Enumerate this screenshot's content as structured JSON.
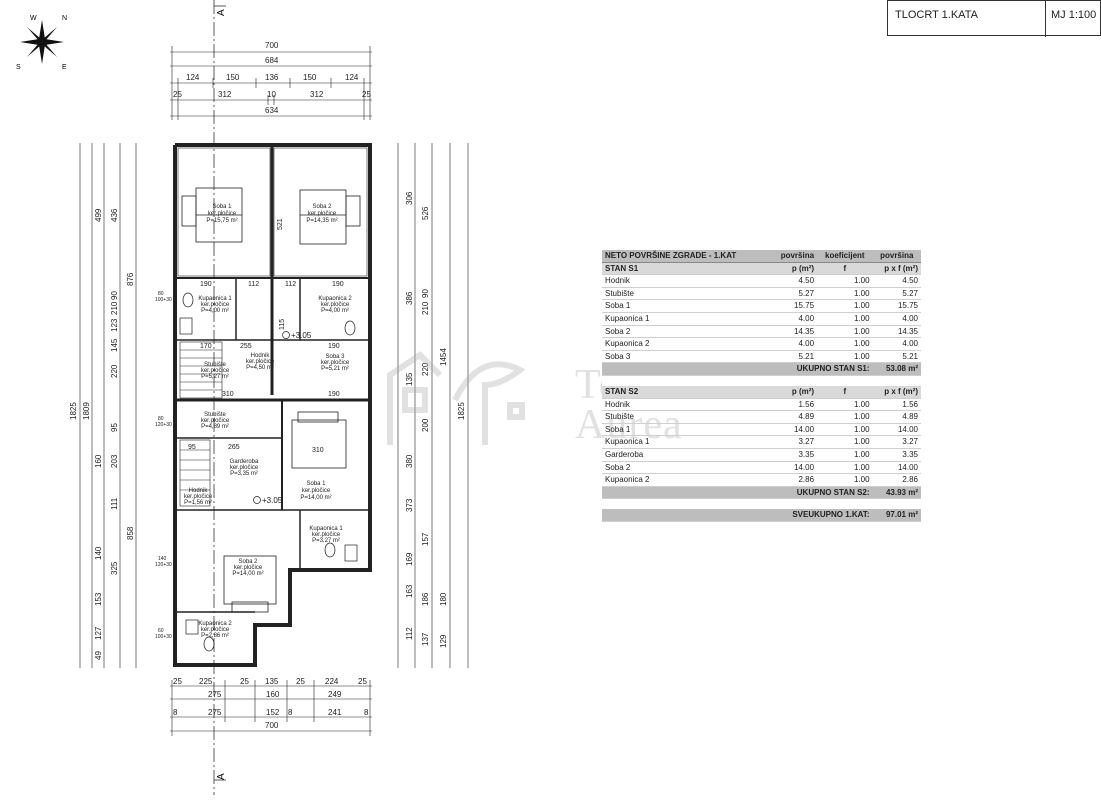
{
  "title_block": {
    "sheet_title": "TLOCRT 1.KATA",
    "scale": "MJ 1:100"
  },
  "compass": {
    "north": "N",
    "west": "W",
    "east": "E",
    "south": "S"
  },
  "section_marks": {
    "top": "A",
    "bottom": "A"
  },
  "dims_top": {
    "d700": "700",
    "d684": "684",
    "d124a": "124",
    "d150a": "150",
    "d136": "136",
    "d150b": "150",
    "d124b": "124",
    "d25a": "25",
    "d312a": "312",
    "d10": "10",
    "d312b": "312",
    "d25b": "25",
    "d634": "634"
  },
  "dims_bottom": {
    "b25a": "25",
    "b225": "225",
    "b25b": "25",
    "b135": "135",
    "b25c": "25",
    "b224": "224",
    "b25d": "25",
    "b275a": "275",
    "b160": "160",
    "b249": "249",
    "b8a": "8",
    "b275b": "275",
    "b152": "152",
    "b8b": "8",
    "b241": "241",
    "b8c": "8",
    "b700": "700"
  },
  "dims_left": {
    "l1825": "1825",
    "l1809": "1809",
    "l499": "499",
    "l436": "436",
    "l876": "876",
    "l858": "858",
    "l90": "90",
    "l210": "210",
    "l123": "123",
    "l145": "145",
    "l220": "220",
    "l95": "95",
    "l203": "203",
    "l160": "160",
    "l111": "111",
    "l140": "140",
    "l325": "325",
    "l153": "153",
    "l127": "127",
    "l49": "49"
  },
  "dims_right": {
    "r1825": "1825",
    "r1454": "1454",
    "r306": "306",
    "r526": "526",
    "r386": "386",
    "r210": "210",
    "r90": "90",
    "r135": "135",
    "r220": "220",
    "r200": "200",
    "r380": "380",
    "r373": "373",
    "r157": "157",
    "r169": "169",
    "r163": "163",
    "r186": "186",
    "r180": "180",
    "r112": "112",
    "r137": "137",
    "r129": "129"
  },
  "inner_dims": {
    "i190a": "190",
    "i112a": "112",
    "i112b": "112",
    "i190b": "190",
    "i170": "170",
    "i255": "255",
    "i190c": "190",
    "i310": "310",
    "i190d": "190",
    "i265": "265",
    "i310b": "310",
    "i95": "95",
    "i521": "521",
    "i115": "115"
  },
  "levels": {
    "lv1": "+3.05",
    "lv2": "+3.05"
  },
  "rooms": [
    {
      "name": "Soba 1",
      "finish": "ker.pločice",
      "area": "P=15,75 m²"
    },
    {
      "name": "Soba 2",
      "finish": "ker.pločice",
      "area": "P=14,35 m²"
    },
    {
      "name": "Kupaonica 1",
      "finish": "ker.pločice",
      "area": "P=4,00 m²"
    },
    {
      "name": "Kupaonica 2",
      "finish": "ker.pločice",
      "area": "P=4,00 m²"
    },
    {
      "name": "Hodnik",
      "finish": "ker.pločice",
      "area": "P=4,50 m²"
    },
    {
      "name": "Soba 3",
      "finish": "ker.pločice",
      "area": "P=5,21 m²"
    },
    {
      "name": "Stubište",
      "finish": "ker.pločice",
      "area": "P=5,27 m²"
    },
    {
      "name": "Stubište",
      "finish": "ker.pločice",
      "area": "P=4,89 m²"
    },
    {
      "name": "Garderoba",
      "finish": "ker.pločice",
      "area": "P=3,35 m²"
    },
    {
      "name": "Soba 1",
      "finish": "ker.pločice",
      "area": "P=14,00 m²"
    },
    {
      "name": "Hodnik",
      "finish": "ker.pločice",
      "area": "P=1,56 m²"
    },
    {
      "name": "Kupaonica 1",
      "finish": "ker.pločice",
      "area": "P=3,27 m²"
    },
    {
      "name": "Soba 2",
      "finish": "ker.pločice",
      "area": "P=14,00 m²"
    },
    {
      "name": "Kupaonica 2",
      "finish": "ker.pločice",
      "area": "P=2,86 m²"
    }
  ],
  "window_tags": {
    "w1": "80",
    "w1b": "100+30",
    "w2": "80",
    "w2b": "120+30",
    "w3": "140",
    "w3b": "120+30",
    "w4": "60",
    "w4b": "100+30"
  },
  "table": {
    "heading": "NETO POVRŠINE ZGRADE - 1.KAT",
    "col_area": "površina",
    "col_coef": "koeficijent",
    "col_area2": "površina",
    "units": {
      "p": "p (m²)",
      "f": "f",
      "pxf": "p x f (m²)"
    },
    "s1": {
      "label": "STAN S1",
      "rows": [
        {
          "name": "Hodnik",
          "p": "4.50",
          "f": "1.00",
          "pf": "4.50"
        },
        {
          "name": "Stubište",
          "p": "5.27",
          "f": "1.00",
          "pf": "5.27"
        },
        {
          "name": "Soba 1",
          "p": "15.75",
          "f": "1.00",
          "pf": "15.75"
        },
        {
          "name": "Kupaonica 1",
          "p": "4.00",
          "f": "1.00",
          "pf": "4.00"
        },
        {
          "name": "Soba 2",
          "p": "14.35",
          "f": "1.00",
          "pf": "14.35"
        },
        {
          "name": "Kupaonica 2",
          "p": "4.00",
          "f": "1.00",
          "pf": "4.00"
        },
        {
          "name": "Soba 3",
          "p": "5.21",
          "f": "1.00",
          "pf": "5.21"
        }
      ],
      "total_label": "UKUPNO STAN S1:",
      "total": "53.08 m²"
    },
    "s2": {
      "label": "STAN S2",
      "rows": [
        {
          "name": "Hodnik",
          "p": "1.56",
          "f": "1.00",
          "pf": "1.56"
        },
        {
          "name": "Stubište",
          "p": "4.89",
          "f": "1.00",
          "pf": "4.89"
        },
        {
          "name": "Soba 1",
          "p": "14.00",
          "f": "1.00",
          "pf": "14.00"
        },
        {
          "name": "Kupaonica 1",
          "p": "3.27",
          "f": "1.00",
          "pf": "3.27"
        },
        {
          "name": "Garderoba",
          "p": "3.35",
          "f": "1.00",
          "pf": "3.35"
        },
        {
          "name": "Soba 2",
          "p": "14.00",
          "f": "1.00",
          "pf": "14.00"
        },
        {
          "name": "Kupaonica 2",
          "p": "2.86",
          "f": "1.00",
          "pf": "2.86"
        }
      ],
      "total_label": "UKUPNO STAN S2:",
      "total": "43.93 m²"
    },
    "grand_label": "SVEUKUPNO 1.KAT:",
    "grand_total": "97.01 m²"
  },
  "watermark": {
    "line1": "Terra",
    "line2": "Aurea"
  }
}
